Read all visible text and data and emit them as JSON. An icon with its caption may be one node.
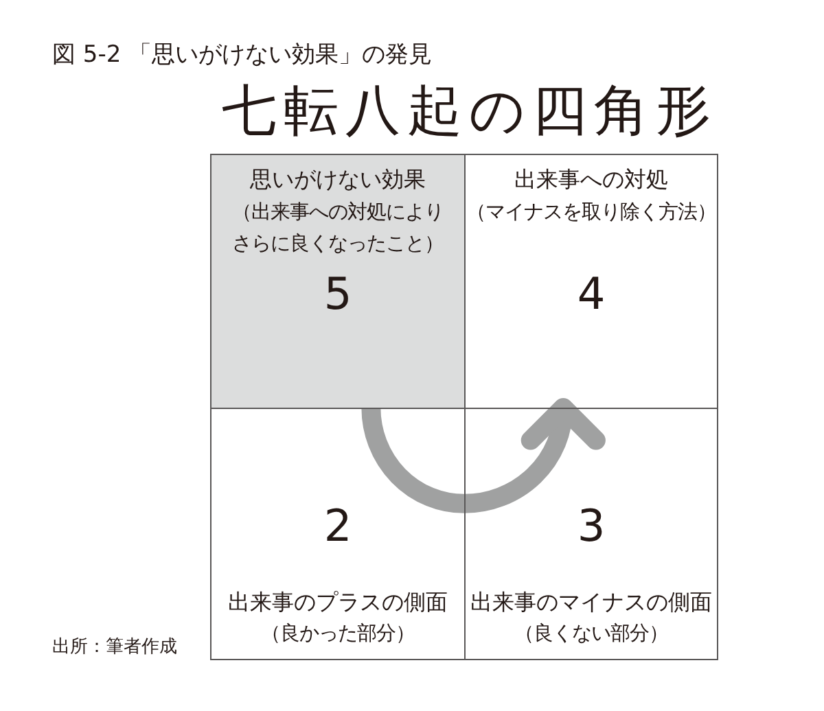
{
  "diagram": {
    "title": "七転八起の四角形",
    "caption": "図 5-2 「思いがけない効果」の発見",
    "nodes": [
      {
        "text": [
          "思いがけない効果",
          "（出来事への対処によりさらに良くなったこと）",
          "5"
        ]
      },
      {
        "text": [
          "出来事への対処",
          "（マイナスを取り除く方法）",
          "4"
        ]
      },
      {
        "text": [
          "2",
          "出来事のプラスの側面",
          "（良かった部分）"
        ]
      },
      {
        "text": [
          "3",
          "出来事のマイナスの側面",
          "（良くない部分）"
        ]
      }
    ],
    "edges": [
      {
        "from": 2,
        "to": 3,
        "arrow": "none",
        "color": "#a0a1a1"
      },
      {
        "from": 3,
        "to": 1,
        "arrow": "to",
        "color": "#a0a1a1"
      }
    ],
    "labels": [
      "出所：筆者作成"
    ]
  }
}
